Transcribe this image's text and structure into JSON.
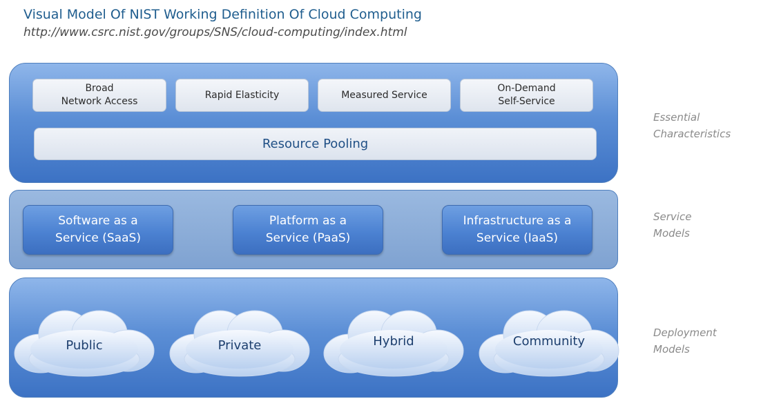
{
  "header": {
    "title": "Visual Model Of NIST Working Definition Of Cloud Computing",
    "url": "http://www.csrc.nist.gov/groups/SNS/cloud-computing/index.html"
  },
  "essential": {
    "items": [
      "Broad\nNetwork Access",
      "Rapid Elasticity",
      "Measured Service",
      "On-Demand\nSelf-Service"
    ],
    "pooling": "Resource Pooling",
    "side_label": "Essential\nCharacteristics"
  },
  "service": {
    "items": [
      "Software as a\nService (SaaS)",
      "Platform as a\nService (PaaS)",
      "Infrastructure as a\nService (IaaS)"
    ],
    "side_label": "Service\nModels"
  },
  "deployment": {
    "items": [
      "Public",
      "Private",
      "Hybrid",
      "Community"
    ],
    "side_label": "Deployment\nModels"
  },
  "colors": {
    "layer_blue": "#5c8fd6",
    "service_panel": "#7fa2d1",
    "title_text": "#1f5d8e",
    "side_label_text": "#8a8a8a"
  }
}
